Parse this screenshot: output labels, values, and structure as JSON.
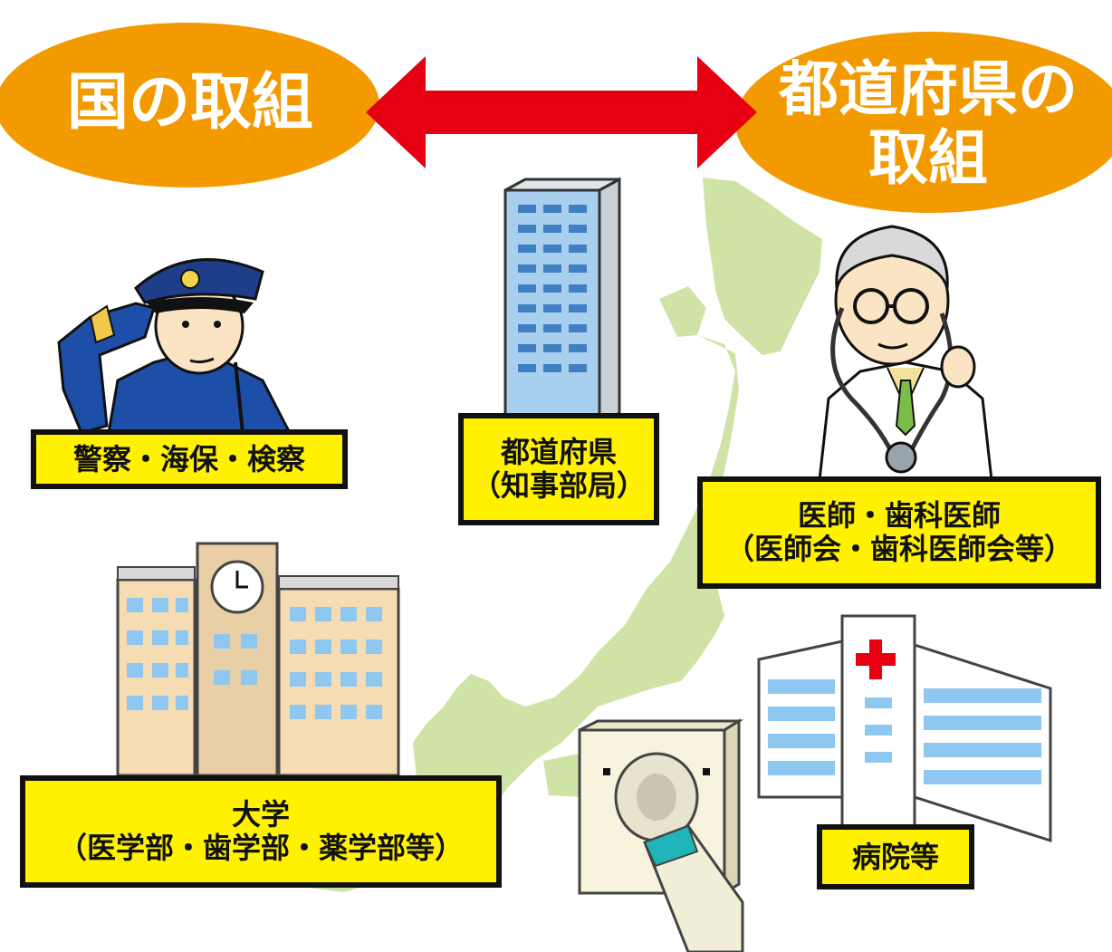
{
  "header": {
    "national_label": "国の取組",
    "prefecture_label_line1": "都道府県の",
    "prefecture_label_line2": "取組"
  },
  "nodes": {
    "police": "警察・海保・検察",
    "prefecture_line1": "都道府県",
    "prefecture_line2": "（知事部局）",
    "doctors_line1": "医師・歯科医師",
    "doctors_line2": "（医師会・歯科医師会等）",
    "university_line1": "大学",
    "university_line2": "（医学部・歯学部・薬学部等）",
    "hospital": "病院等"
  },
  "colors": {
    "oval": "#f39a00",
    "arrow": "#e60012",
    "label_bg": "#fff100",
    "map": "#cfe3a6"
  },
  "icons": [
    "police-officer-illustration",
    "office-building-illustration",
    "doctor-with-stethoscope-illustration",
    "university-building-illustration",
    "hospital-building-illustration",
    "ct-scanner-illustration",
    "japan-map-illustration"
  ]
}
